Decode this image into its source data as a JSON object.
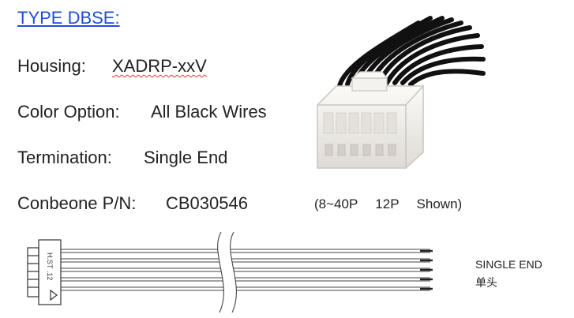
{
  "title": "TYPE DBSE:",
  "specs": {
    "housing": {
      "label": "Housing:",
      "value": "XADRP-xxV"
    },
    "color_option": {
      "label": "Color Option:",
      "value": "All Black Wires"
    },
    "termination": {
      "label": "Termination:",
      "value": "Single End"
    },
    "part_number": {
      "label": "Conbeone P/N:",
      "value": "CB030546"
    }
  },
  "pin_note": {
    "range": "(8~40P",
    "count": "12P",
    "shown": "Shown)"
  },
  "drawing": {
    "connector_text": "H.ST .12",
    "end_label": "SINGLE END",
    "end_label_cn": "单头"
  },
  "colors": {
    "title_link": "#1f4ed8",
    "squiggle": "#dd3333",
    "housing": "#f2f0ec",
    "wire": "#111111"
  }
}
